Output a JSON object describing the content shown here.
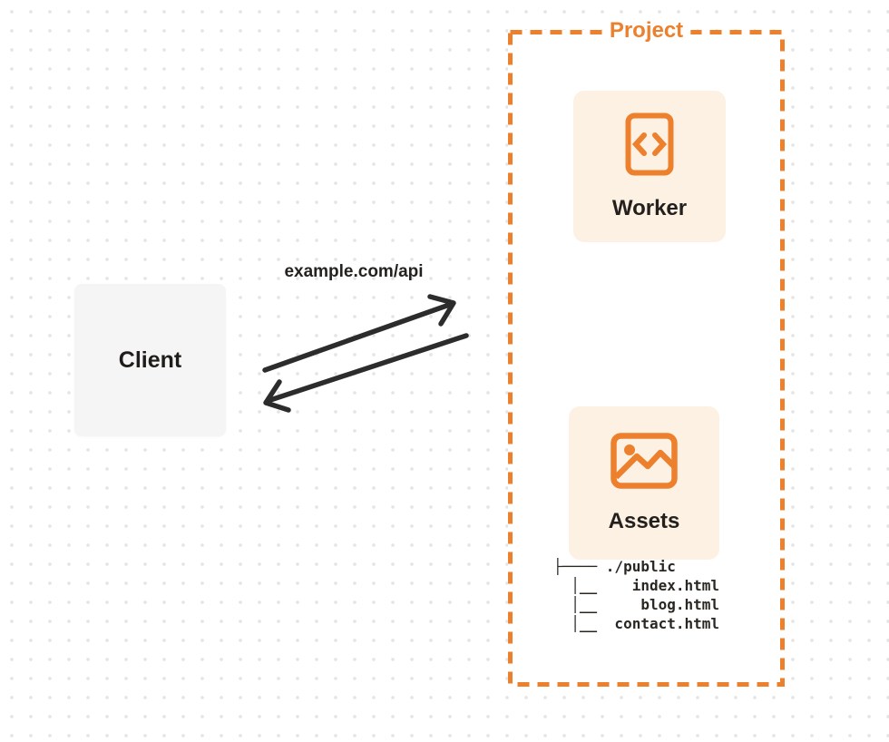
{
  "diagram": {
    "client": {
      "label": "Client"
    },
    "request_label": "example.com/api",
    "project": {
      "label": "Project",
      "worker": {
        "label": "Worker",
        "icon": "code-file-icon"
      },
      "assets": {
        "label": "Assets",
        "icon": "image-icon"
      },
      "file_tree": {
        "root": "./public",
        "files": [
          "index.html",
          "blog.html",
          "contact.html"
        ],
        "ascii": "├──── ./public\n  │__    index.html\n  │__     blog.html\n  │__  contact.html"
      }
    }
  },
  "colors": {
    "orange": "#ED802D",
    "card_bg": "#FDF1E3",
    "client_bg": "#F5F5F6",
    "project_bg": "#FFFFFF",
    "ink": "#24211E",
    "arrow": "#2C2C2C",
    "dot": "#E5E5E5"
  }
}
